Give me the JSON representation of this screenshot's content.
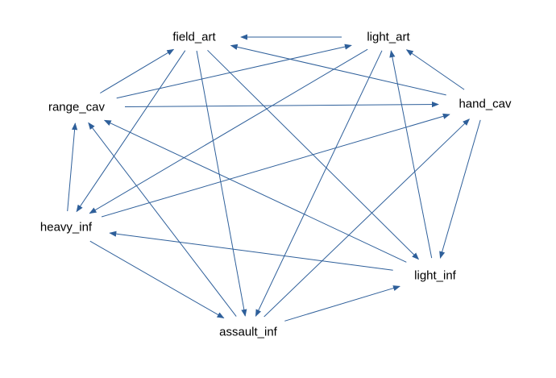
{
  "diagram": {
    "type": "directed-graph",
    "edge_color": "#2e5f9a",
    "label_color": "#000000",
    "nodes": [
      {
        "id": "field_art",
        "label": "field_art"
      },
      {
        "id": "light_art",
        "label": "light_art"
      },
      {
        "id": "range_cav",
        "label": "range_cav"
      },
      {
        "id": "hand_cav",
        "label": "hand_cav"
      },
      {
        "id": "heavy_inf",
        "label": "heavy_inf"
      },
      {
        "id": "light_inf",
        "label": "light_inf"
      },
      {
        "id": "assault_inf",
        "label": "assault_inf"
      }
    ],
    "edges": [
      {
        "from": "light_art",
        "to": "field_art"
      },
      {
        "from": "range_cav",
        "to": "field_art"
      },
      {
        "from": "range_cav",
        "to": "light_art"
      },
      {
        "from": "range_cav",
        "to": "hand_cav"
      },
      {
        "from": "hand_cav",
        "to": "light_art"
      },
      {
        "from": "hand_cav",
        "to": "field_art"
      },
      {
        "from": "hand_cav",
        "to": "light_inf"
      },
      {
        "from": "field_art",
        "to": "heavy_inf"
      },
      {
        "from": "field_art",
        "to": "assault_inf"
      },
      {
        "from": "field_art",
        "to": "light_inf"
      },
      {
        "from": "light_art",
        "to": "heavy_inf"
      },
      {
        "from": "light_art",
        "to": "assault_inf"
      },
      {
        "from": "heavy_inf",
        "to": "range_cav"
      },
      {
        "from": "heavy_inf",
        "to": "hand_cav"
      },
      {
        "from": "heavy_inf",
        "to": "assault_inf"
      },
      {
        "from": "light_inf",
        "to": "heavy_inf"
      },
      {
        "from": "light_inf",
        "to": "range_cav"
      },
      {
        "from": "light_inf",
        "to": "light_art"
      },
      {
        "from": "assault_inf",
        "to": "range_cav"
      },
      {
        "from": "assault_inf",
        "to": "light_inf"
      },
      {
        "from": "assault_inf",
        "to": "hand_cav"
      }
    ]
  }
}
